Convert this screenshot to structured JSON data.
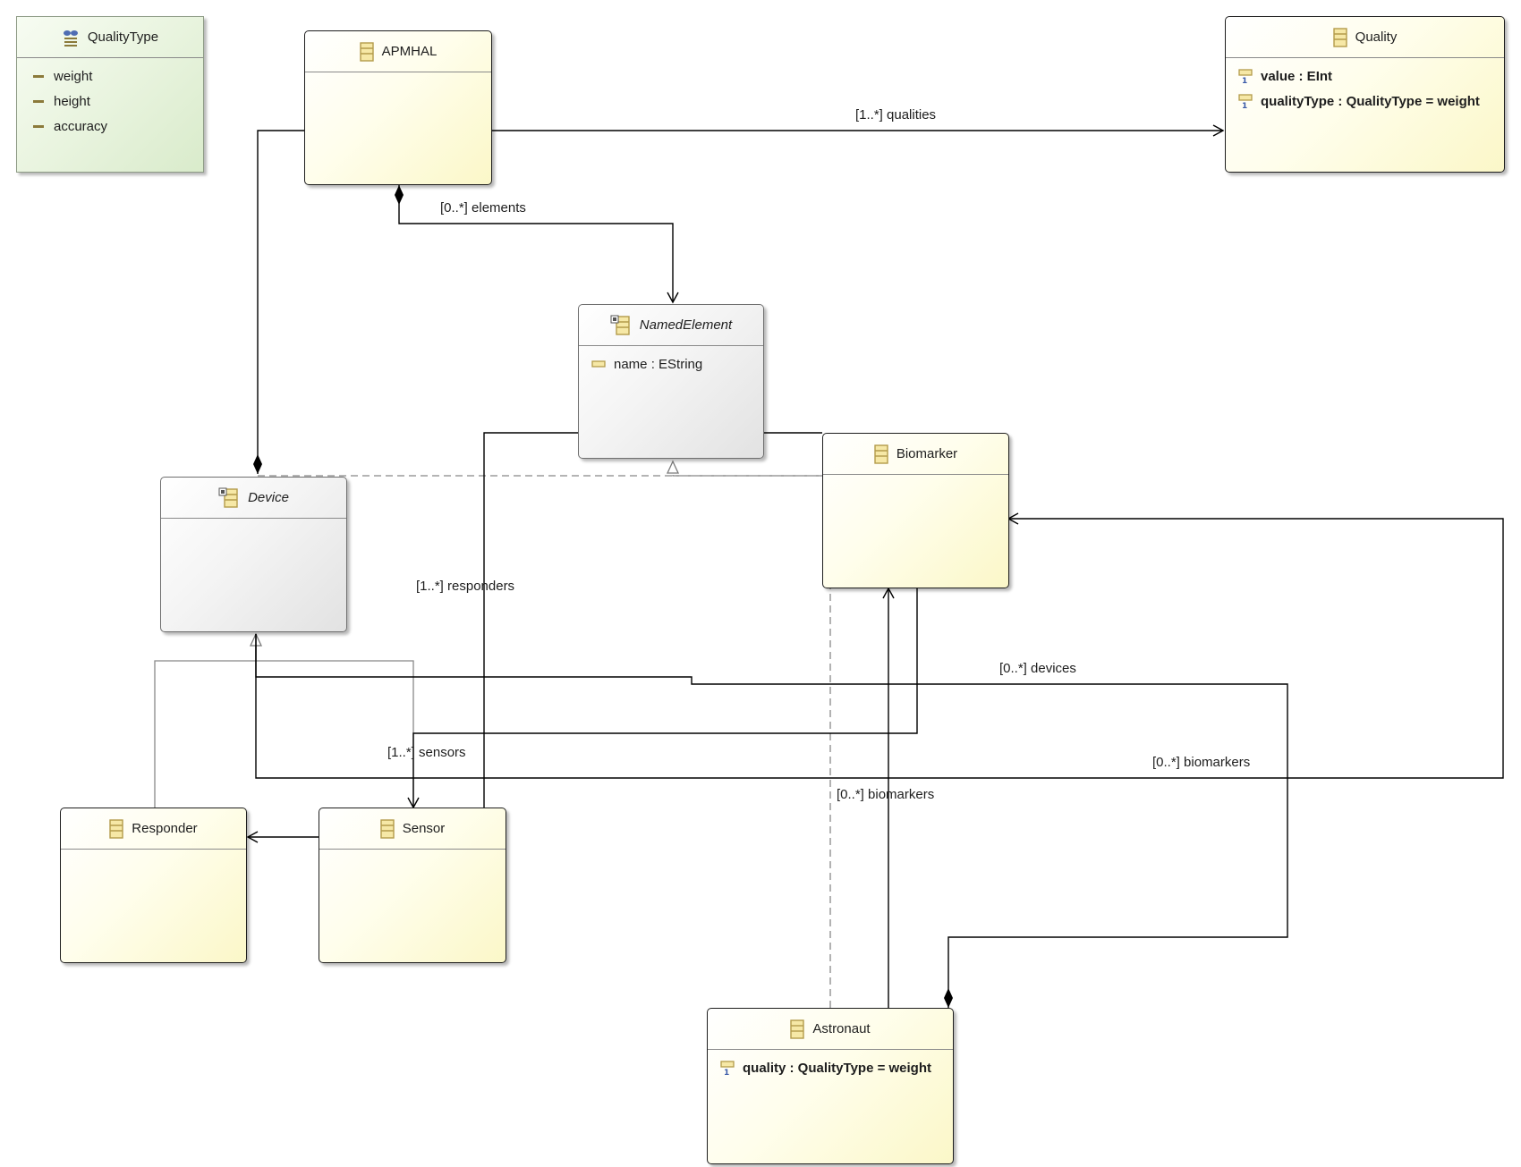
{
  "diagram": {
    "enum_quality_type": {
      "name": "QualityType",
      "literals": [
        "weight",
        "height",
        "accuracy"
      ]
    },
    "class_apmhal": {
      "name": "APMHAL"
    },
    "class_quality": {
      "name": "Quality",
      "attributes": [
        "value : EInt",
        "qualityType : QualityType = weight"
      ]
    },
    "class_named_element": {
      "name": "NamedElement",
      "attributes": [
        "name : EString"
      ]
    },
    "class_device": {
      "name": "Device"
    },
    "class_biomarker": {
      "name": "Biomarker"
    },
    "class_responder": {
      "name": "Responder"
    },
    "class_sensor": {
      "name": "Sensor"
    },
    "class_astronaut": {
      "name": "Astronaut",
      "attributes": [
        "quality : QualityType = weight"
      ]
    },
    "references": {
      "qualities": "[1..*] qualities",
      "elements": "[0..*] elements",
      "responders": "[1..*] responders",
      "devices": "[0..*] devices",
      "sensors": "[1..*] sensors",
      "biomarkers_device": "[0..*] biomarkers",
      "biomarkers_astronaut": "[0..*] biomarkers"
    },
    "multiplicity_marker": "1"
  },
  "colors": {
    "class_fill": "#fbf7c8",
    "abstract_fill": "#e2e2e2",
    "enum_fill": "#d9ebcb",
    "class_icon": "#b39b4a",
    "line": "#000000",
    "generalization_line": "#8a8a8a"
  },
  "icons": {
    "class": "eclass-icon",
    "abstract_class": "abstract-eclass-icon",
    "enum": "eenum-icon",
    "attribute": "eattribute-icon",
    "literal": "enum-literal-icon"
  }
}
